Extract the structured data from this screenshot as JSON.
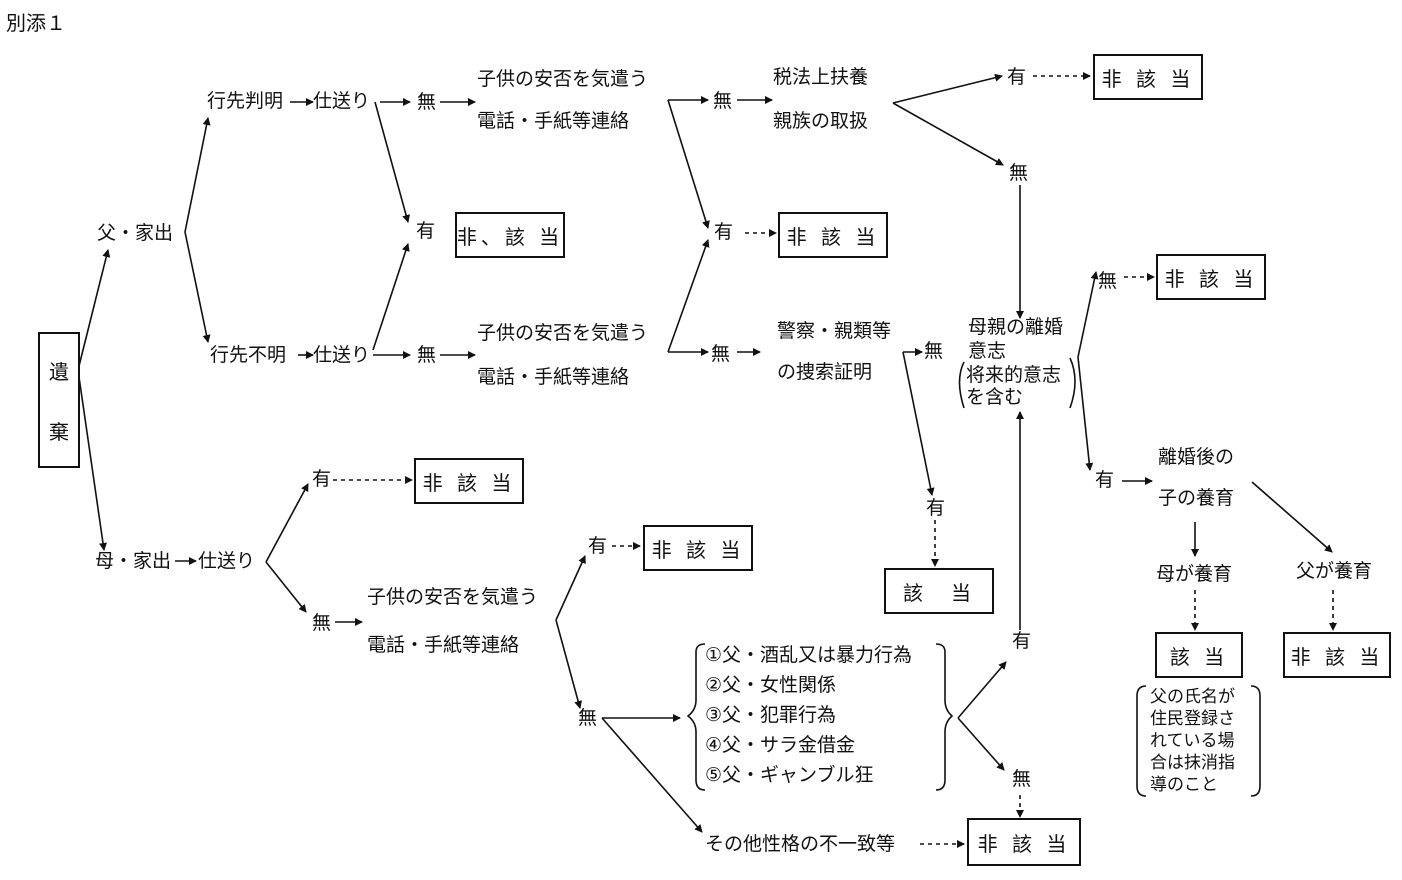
{
  "title": "別添１",
  "nodes": {
    "iki": [
      "遺",
      "棄"
    ],
    "chichi_iede": "父・家出",
    "haha_iede": "母・家出",
    "yukisaki_hanmei": "行先判明",
    "yukisaki_fumei": "行先不明",
    "shiokuri": "仕送り",
    "nashi": "無",
    "ari": "有",
    "hi_gaito": "非 該 当",
    "hi_gaito_a": "非、該 当",
    "gaito": "該　当",
    "gaito_b": "該 当",
    "anpi_1": "子供の安否を気遣う",
    "anpi_2": "電話・手紙等連絡",
    "zeiho_1": "税法上扶養",
    "zeiho_2": "親族の取扱",
    "keisatsu_1": "警察・親類等",
    "keisatsu_2": "の捜索証明",
    "rikon_ishi": [
      "母親の離婚",
      "意志",
      "将来的意志",
      "を含む"
    ],
    "rikongo": [
      "離婚後の",
      "子の養育"
    ],
    "haha_yoiku": "母が養育",
    "chichi_yoiku": "父が養育",
    "reasons": [
      "①父・酒乱又は暴力行為",
      "②父・女性関係",
      "③父・犯罪行為",
      "④父・サラ金借金",
      "⑤父・ギャンブル狂"
    ],
    "sonota": "その他性格の不一致等",
    "note": [
      "父の氏名が",
      "住民登録さ",
      "れている場",
      "合は抹消指",
      "導のこと"
    ]
  }
}
